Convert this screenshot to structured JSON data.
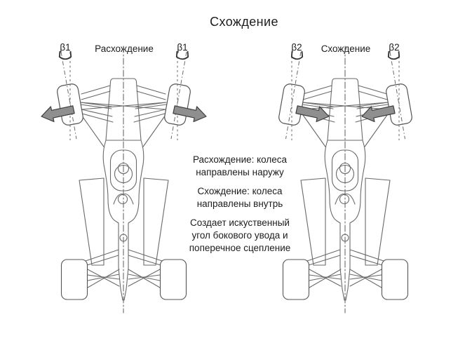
{
  "title": "Схождение",
  "diagrams": {
    "toe_out": {
      "label": "Расхождение",
      "angle_label_left": "β1",
      "angle_label_right": "β1"
    },
    "toe_in": {
      "label": "Схождение",
      "angle_label_left": "β2",
      "angle_label_right": "β2"
    }
  },
  "notes": {
    "paragraphs": [
      {
        "lines": [
          "Расхождение: колеса",
          "направлены наружу"
        ]
      },
      {
        "lines": [
          "Схождение: колеса",
          "направлены внутрь"
        ]
      },
      {
        "lines": [
          "Создает искуственный",
          "угол бокового увода и",
          "поперечное сцепление"
        ]
      }
    ]
  },
  "colors": {
    "background": "#ffffff",
    "text": "#1c1c1c",
    "line": "#6a6a6a",
    "line_dark": "#555555",
    "arrow_fill": "#8f8f8f",
    "arrow_stroke": "#3d3d3d",
    "bracket": "#333333"
  }
}
